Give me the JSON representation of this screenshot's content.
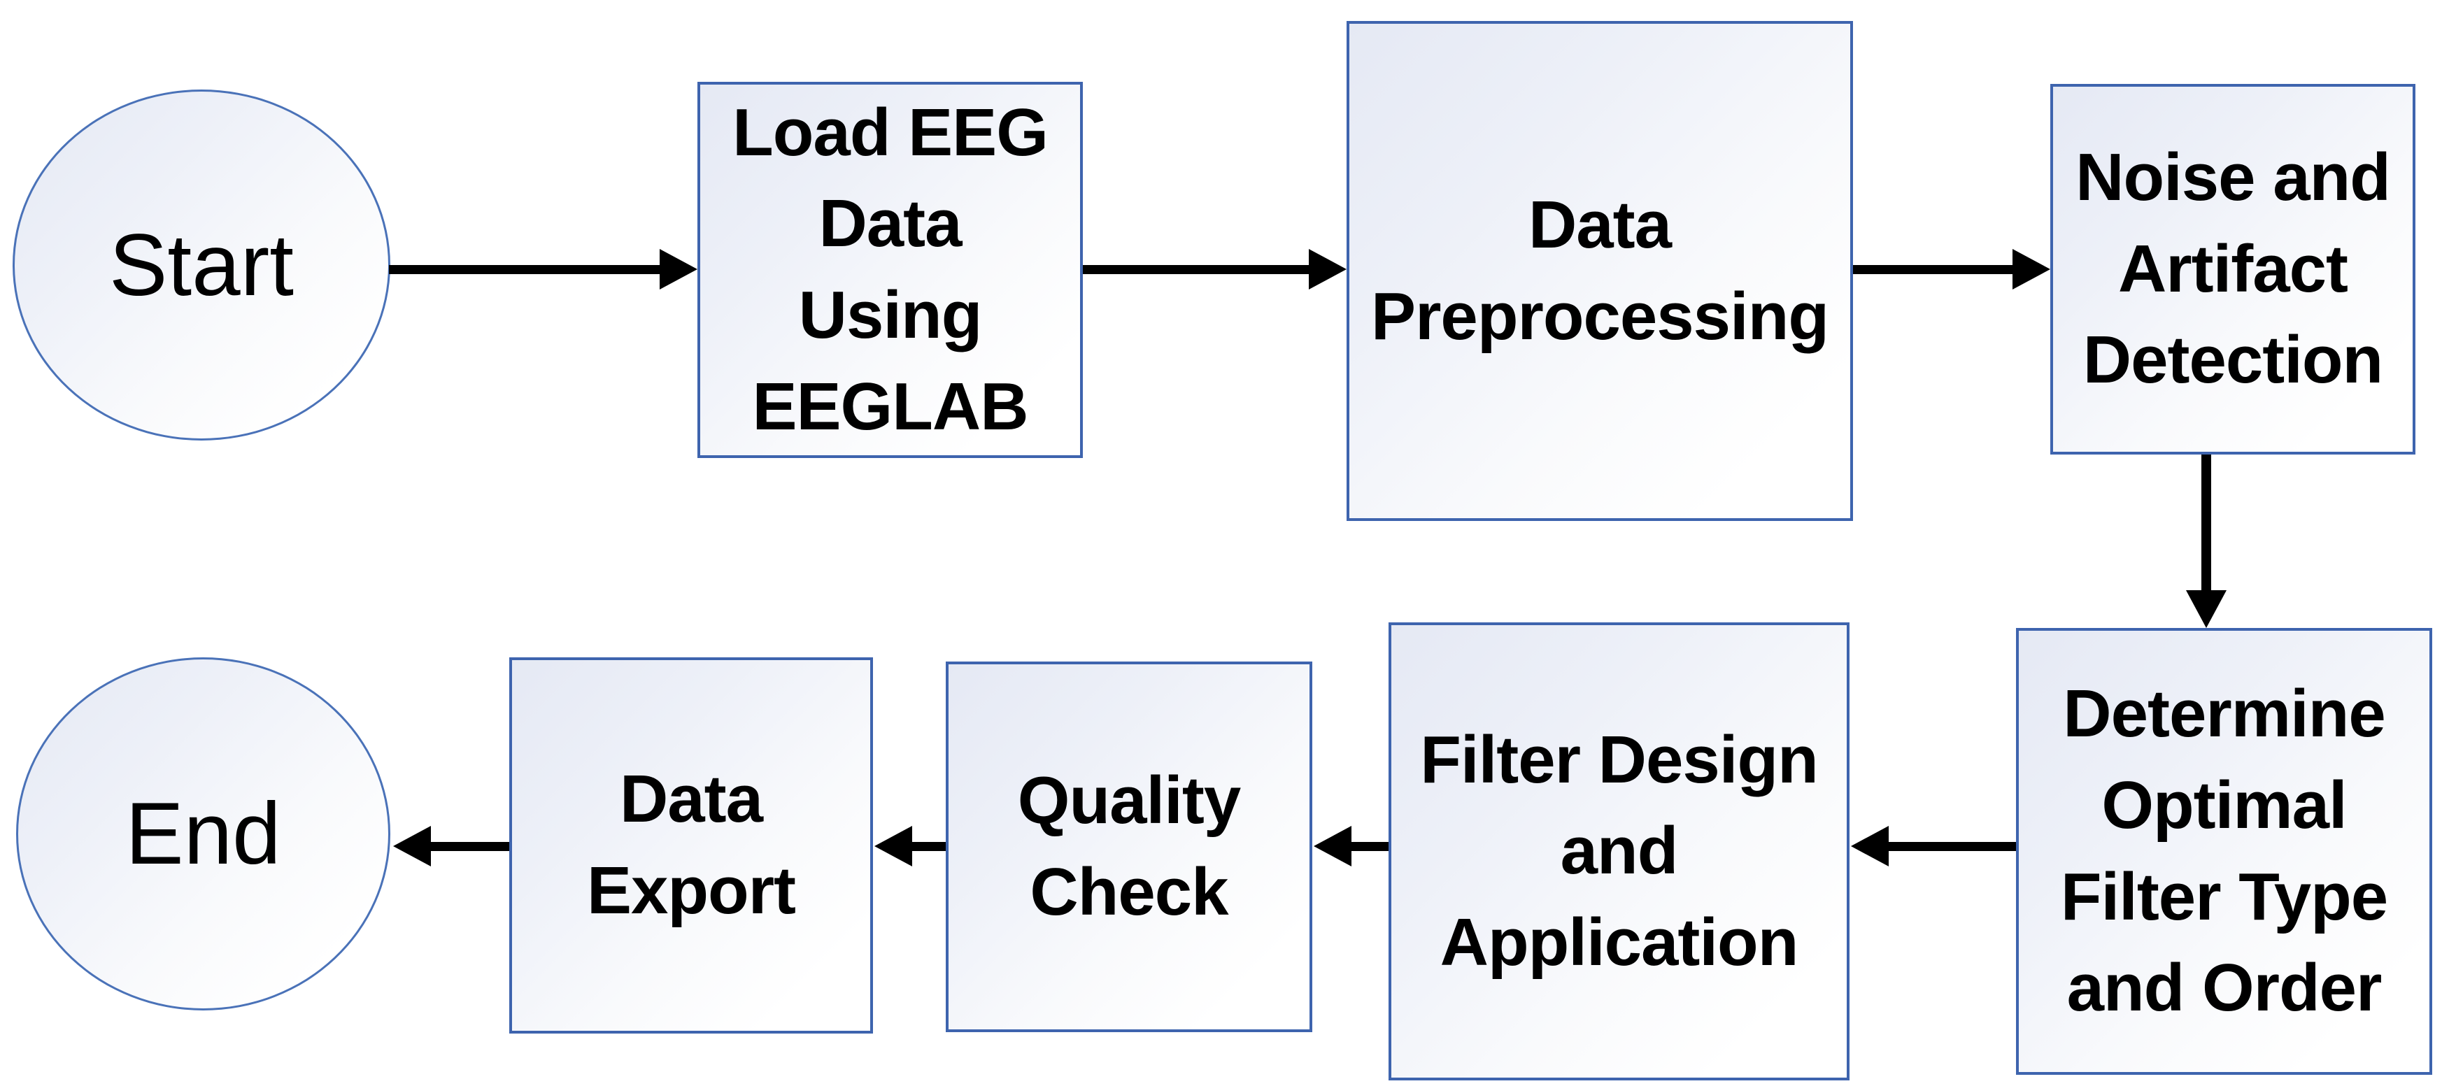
{
  "diagram_type": "flowchart",
  "colors": {
    "box_border": "#3e64ae",
    "ellipse_border": "#4a72b8",
    "node_fill_top_left": "#e5e9f4",
    "node_fill_bottom_right": "#ffffff",
    "arrow": "#000000",
    "text": "#000000",
    "background": "#ffffff"
  },
  "nodes": {
    "start": {
      "shape": "ellipse",
      "label": "Start"
    },
    "load": {
      "shape": "box",
      "lines": [
        "Load EEG",
        "Data",
        "Using",
        "EEGLAB"
      ]
    },
    "preprocess": {
      "shape": "box",
      "lines": [
        "Data",
        "Preprocessing"
      ]
    },
    "noise": {
      "shape": "box",
      "lines": [
        "Noise and",
        "Artifact",
        "Detection"
      ]
    },
    "determine": {
      "shape": "box",
      "lines": [
        "Determine",
        "Optimal",
        "Filter Type",
        "and Order"
      ]
    },
    "filter": {
      "shape": "box",
      "lines": [
        "Filter Design",
        "and",
        "Application"
      ]
    },
    "quality": {
      "shape": "box",
      "lines": [
        "Quality",
        "Check"
      ]
    },
    "export": {
      "shape": "box",
      "lines": [
        "Data",
        "Export"
      ]
    },
    "end": {
      "shape": "ellipse",
      "label": "End"
    }
  },
  "edges": [
    {
      "from": "start",
      "to": "load",
      "direction": "right"
    },
    {
      "from": "load",
      "to": "preprocess",
      "direction": "right"
    },
    {
      "from": "preprocess",
      "to": "noise",
      "direction": "right"
    },
    {
      "from": "noise",
      "to": "determine",
      "direction": "down"
    },
    {
      "from": "determine",
      "to": "filter",
      "direction": "left"
    },
    {
      "from": "filter",
      "to": "quality",
      "direction": "left"
    },
    {
      "from": "quality",
      "to": "export",
      "direction": "left"
    },
    {
      "from": "export",
      "to": "end",
      "direction": "left"
    }
  ]
}
